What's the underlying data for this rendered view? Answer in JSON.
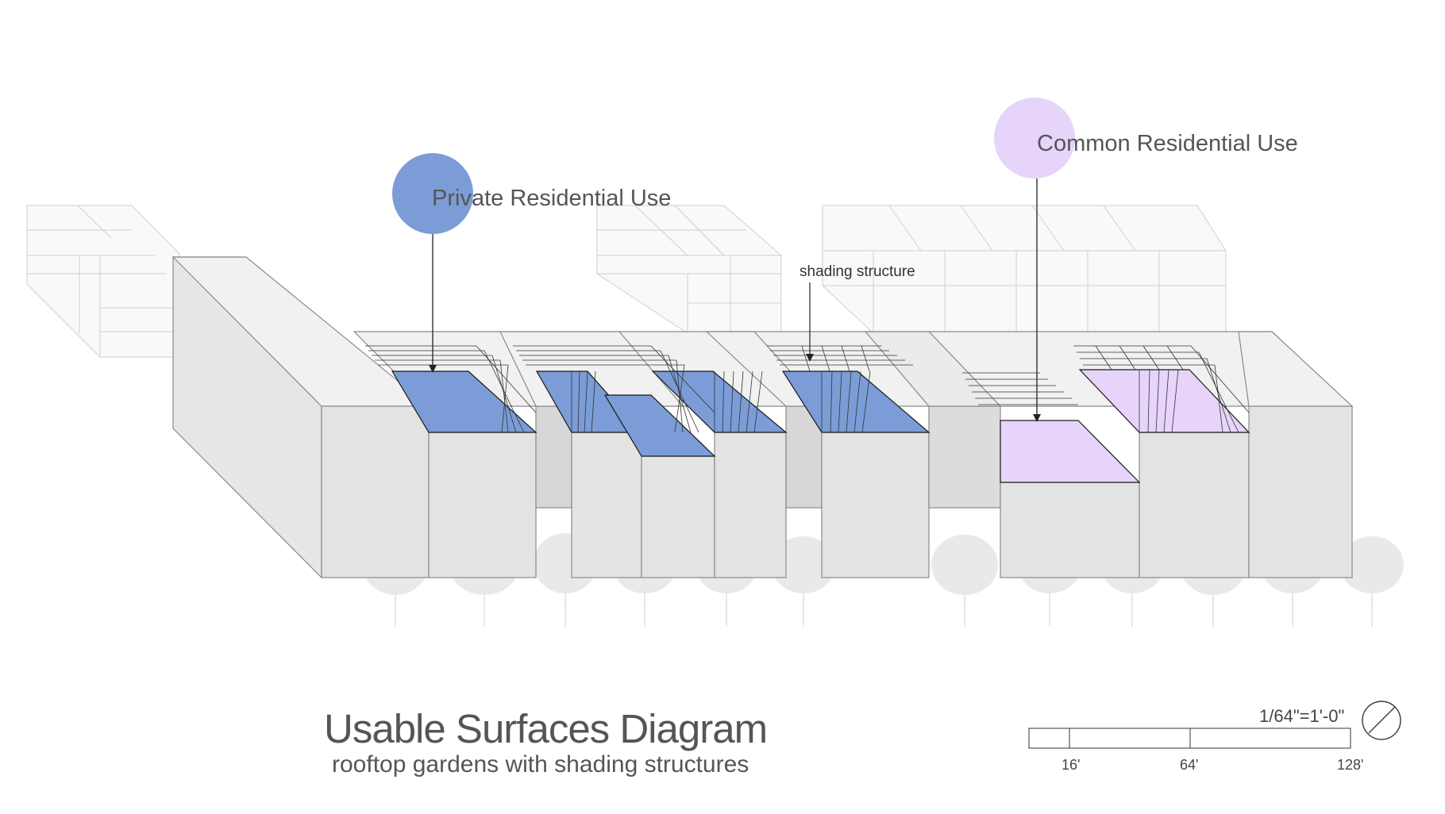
{
  "callouts": {
    "private": "Private Residential Use",
    "common": "Common Residential Use",
    "shading": "shading structure"
  },
  "title": {
    "main": "Usable Surfaces Diagram",
    "sub": "rooftop gardens with shading structures"
  },
  "scale_bar": {
    "ratio": "1/64\"=1'-0\"",
    "ticks": [
      "16'",
      "64'",
      "128'"
    ]
  },
  "north_arrow_icon": "north-arrow-icon",
  "colors": {
    "private_use": "#7b9cd6",
    "common_use": "#e6d4fa",
    "building_face": "#e3e3e3",
    "building_top": "#f2f2f2",
    "edge": "#8a8a8a"
  }
}
